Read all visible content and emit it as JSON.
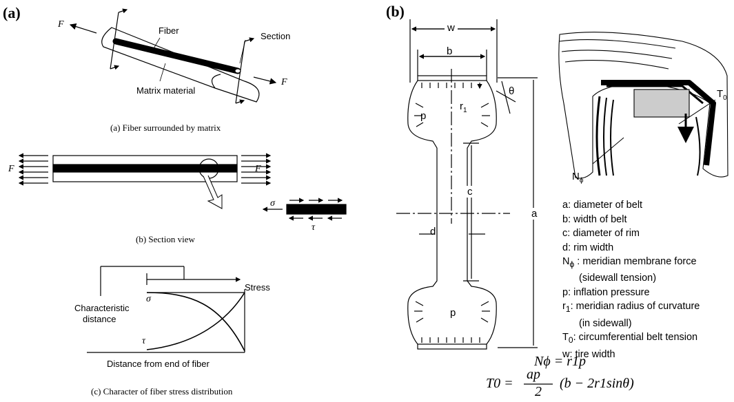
{
  "panel_a": {
    "label": "(a)",
    "fiber_label": "Fiber",
    "section_label": "Section",
    "matrix_label": "Matrix material",
    "force_symbol": "F",
    "caption_a": "(a) Fiber surrounded by matrix",
    "caption_b": "(b) Section view",
    "sigma": "σ",
    "tau": "τ",
    "stress_label": "Stress",
    "char_distance_line1": "Characteristic",
    "char_distance_line2": "distance",
    "distance_label": "Distance from end of fiber",
    "caption_c": "(c) Character of fiber stress distribution"
  },
  "panel_b": {
    "label": "(b)",
    "w": "w",
    "b": "b",
    "theta": "θ",
    "r1": "r",
    "r1_sub": "1",
    "p": "p",
    "c": "c",
    "d": "d",
    "a": "a",
    "T0": "T",
    "T0_sub": "0",
    "Nphi": "N",
    "Nphi_sub": "ϕ",
    "legend": [
      "a: diameter of belt",
      "b: width of belt",
      "c: diameter of rim",
      "d: rim width",
      "N<sub>ϕ</sub> : meridian membrane force",
      "(sidewall tension)",
      "p: inflation pressure",
      "r<sub>1</sub>: meridian radius of curvature",
      "(in sidewall)",
      "T<sub>0</sub>: circumferential belt tension",
      "w: tire width"
    ],
    "equation1": "Nϕ = r1p",
    "equation2_lhs": "T0 =",
    "equation2_num": "ap",
    "equation2_den": "2",
    "equation2_rhs": "(b − 2r1sinθ)"
  }
}
